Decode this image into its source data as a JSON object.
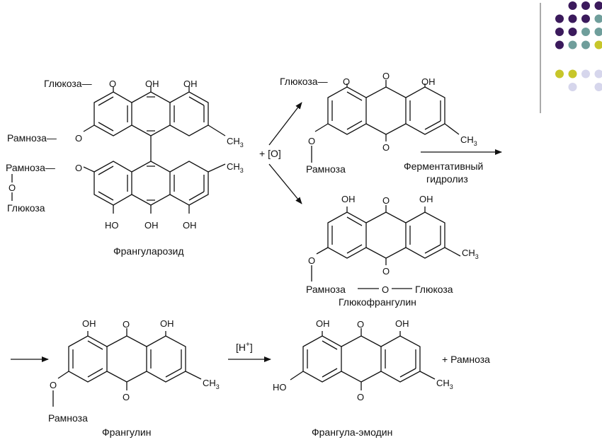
{
  "decoration": {
    "dot_colors": {
      "purple": "#3b1a5c",
      "teal": "#6f9e9b",
      "olive": "#c7c62a",
      "lavender": "#d6d6ec"
    },
    "divider_color": "#555555"
  },
  "atoms": {
    "oh": "OH",
    "ho": "HO",
    "o": "O",
    "ch": "CH",
    "sub3": "3"
  },
  "sugars": {
    "glucose": "Глюкоза",
    "rhamnose": "Рамноза",
    "rhamnose_link": "Рамноза—",
    "glucose_link": "Глюкоза—"
  },
  "reagents": {
    "oxidation": "+ [O]",
    "acid_open": "[H",
    "acid_plus": "+",
    "acid_close": "]",
    "plus_rhamnose": "+ Рамноза"
  },
  "process": {
    "line1": "Ферментативный",
    "line2": "гидролиз"
  },
  "names": {
    "frangularoside": "Франгуларозид",
    "glucofrangulin": "Глюкофрангулин",
    "frangulin": "Франгулин",
    "emodin": "Франгула-эмодин"
  }
}
